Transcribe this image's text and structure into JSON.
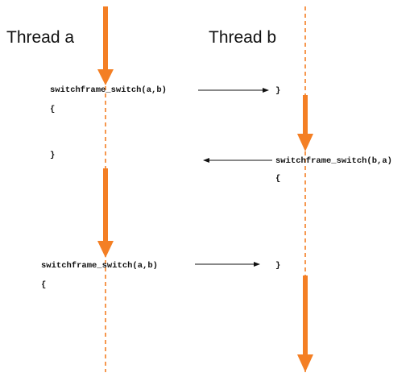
{
  "colors": {
    "timeline": "#f47f24",
    "execution_arrow": "#f47f24",
    "message_arrow": "#111111",
    "text": "#111111",
    "background": "#ffffff"
  },
  "threads": [
    {
      "id": "a",
      "title": "Thread a"
    },
    {
      "id": "b",
      "title": "Thread b"
    }
  ],
  "code_labels": {
    "a_call_1": "switchframe_switch(a,b)",
    "a_open_brace_1": "{",
    "a_close_brace_1": "}",
    "b_close_brace_1": "}",
    "b_call": "switchframe_switch(b,a)",
    "b_open_brace": "{",
    "a_call_2": "switchframe_switch(a,b)",
    "a_open_brace_2": "{",
    "b_close_brace_2": "}"
  },
  "messages": [
    {
      "from": "a",
      "to": "b",
      "label_ref": "a_call_1"
    },
    {
      "from": "b",
      "to": "a",
      "label_ref": "b_call"
    },
    {
      "from": "a",
      "to": "b",
      "label_ref": "a_call_2"
    }
  ]
}
